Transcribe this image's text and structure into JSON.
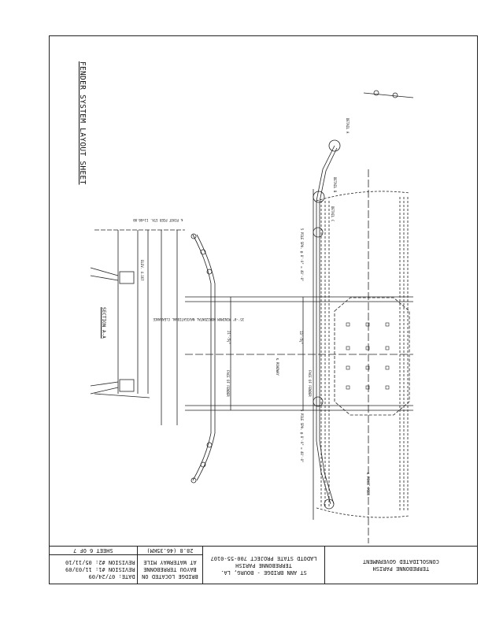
{
  "sheet_title": "FENDER SYSTEM LAYOUT SHEET",
  "title_block": {
    "owner": [
      "TERREBONNE PARISH",
      "CONSOLIDATED GOVERNMENT"
    ],
    "project": [
      "ST ANN BRIDGE - BOURG, LA.",
      "TERREBONNE PARISH",
      "LADOTD STATE PROJECT 700-55-0107"
    ],
    "location": [
      "BRIDGE LOCATED ON",
      "BAYOU TERREBONNE",
      "AT WATERWAY MILE"
    ],
    "mile": "28.8 (46.35KM)",
    "date": "DATE: 07/24/09",
    "revision1": "REVISION #1: 11/03/09",
    "revision2": "REVISION #2: 05/11/10",
    "sheet": "SHEET 6 OF 7"
  },
  "labels": {
    "detail_a": "DETAIL A",
    "detail_b": "DETAIL B",
    "detail_c": "DETAIL C",
    "pile_spacing": "5 PILE SPA. @ 8'-0\" = 40'-0\"",
    "clearance": "35'-0\" MINIMUM HORIZONTAL NAVIGATIONAL CLEARANCE",
    "roadway": "℄ ROADWAY",
    "face_of_fender": "FACE OF FENDER",
    "pivot_pier_top": "℄ PIVOT PIER STA. 11+60.00",
    "pivot_pier_bottom": "℄ PIVOT PIER",
    "section": "SECTION A-A",
    "elev": "ELEV. 4.167",
    "dim_left": "21'-5¾\"",
    "dim_right": "13'-5¾\""
  }
}
